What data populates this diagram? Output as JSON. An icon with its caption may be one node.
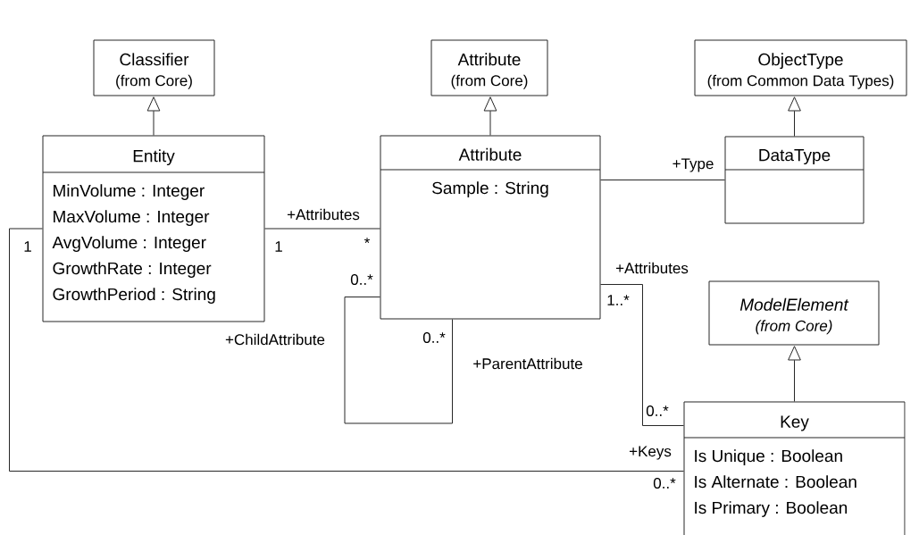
{
  "diagram": {
    "nodes": [
      {
        "text": [
          "Classifier",
          "(from Core)"
        ]
      },
      {
        "text": [
          "Attribute",
          "(from Core)"
        ]
      },
      {
        "text": [
          "ObjectType",
          "(from Common Data Types)"
        ]
      },
      {
        "text": [
          "Entity",
          "MinVolume : Integer",
          "MaxVolume : Integer",
          "AvgVolume : Integer",
          "GrowthRate : Integer",
          "GrowthPeriod : String"
        ]
      },
      {
        "text": [
          "Attribute",
          "Sample : String"
        ]
      },
      {
        "text": [
          "DataType"
        ]
      },
      {
        "text": [
          "ModelElement",
          "(from Core)"
        ]
      },
      {
        "text": [
          "Key",
          "Is Unique : Boolean",
          "Is Alternate : Boolean",
          "Is Primary : Boolean"
        ]
      }
    ],
    "edges": [
      {
        "from": 3,
        "to": 0,
        "arrow": "to"
      },
      {
        "from": 4,
        "to": 1,
        "arrow": "to"
      },
      {
        "from": 5,
        "to": 2,
        "arrow": "to"
      },
      {
        "from": 7,
        "to": 6,
        "arrow": "to"
      },
      {
        "from": 3,
        "to": 4,
        "arrow": "none",
        "label": "+Attributes"
      },
      {
        "from": 4,
        "to": 5,
        "arrow": "none",
        "label": "+Type"
      },
      {
        "from": 4,
        "to": 4,
        "arrow": "none",
        "label": "+ParentAttribute"
      },
      {
        "from": 4,
        "to": 7,
        "arrow": "none",
        "label": "+Attributes"
      },
      {
        "from": 3,
        "to": 7,
        "arrow": "none",
        "label": "+Keys"
      }
    ],
    "labels": [
      "1",
      "1",
      "*",
      "0..*",
      "1..*",
      "+ChildAttribute",
      "0..*",
      "0..*",
      "0..*"
    ]
  }
}
